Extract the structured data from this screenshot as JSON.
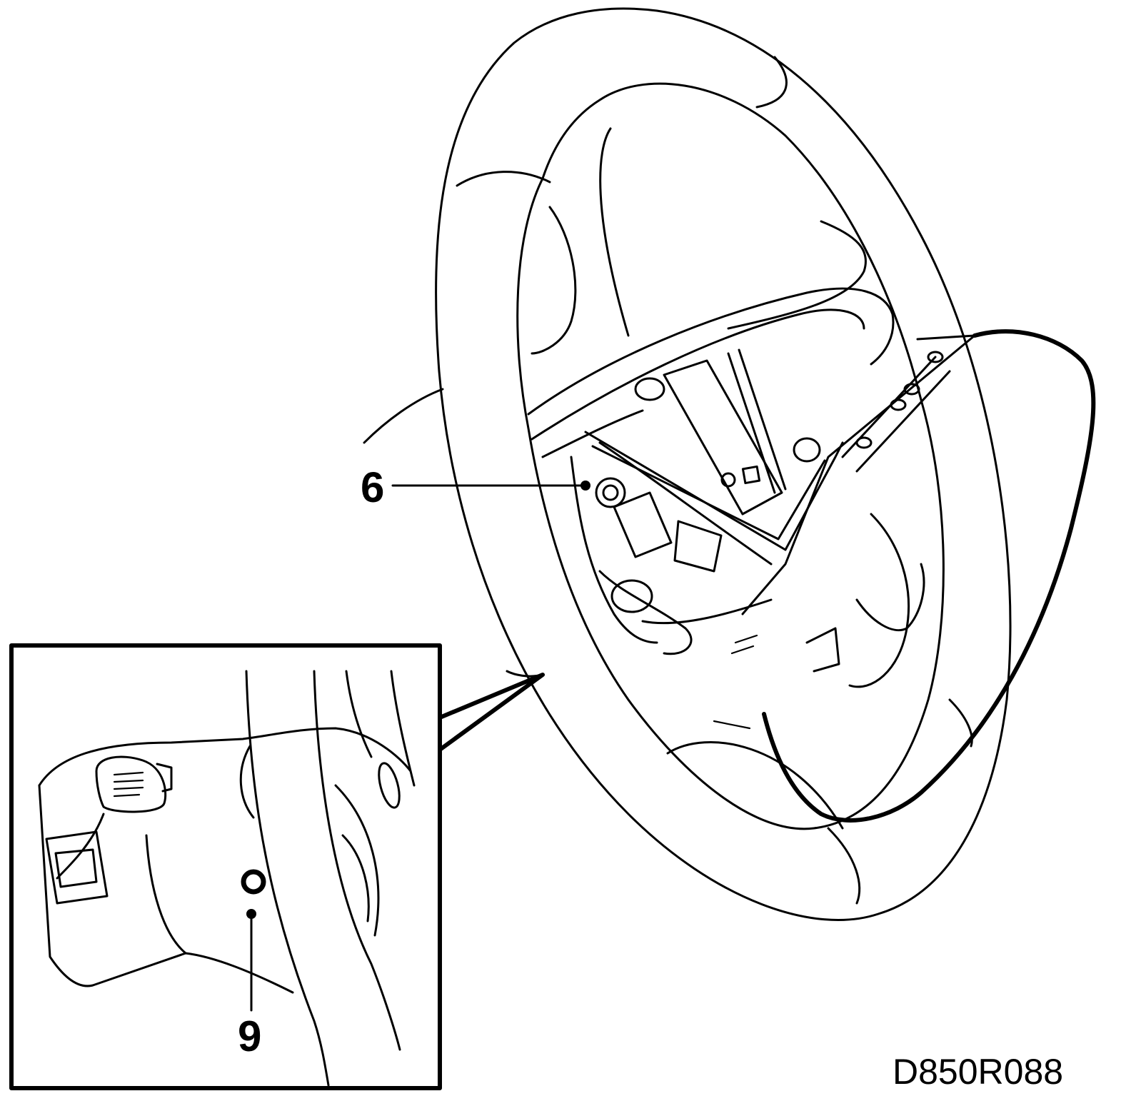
{
  "callouts": [
    {
      "id": "6",
      "label": "6"
    },
    {
      "id": "9",
      "label": "9"
    }
  ],
  "figure_code": "D850R088",
  "colors": {
    "line": "#000000",
    "background": "#ffffff"
  }
}
